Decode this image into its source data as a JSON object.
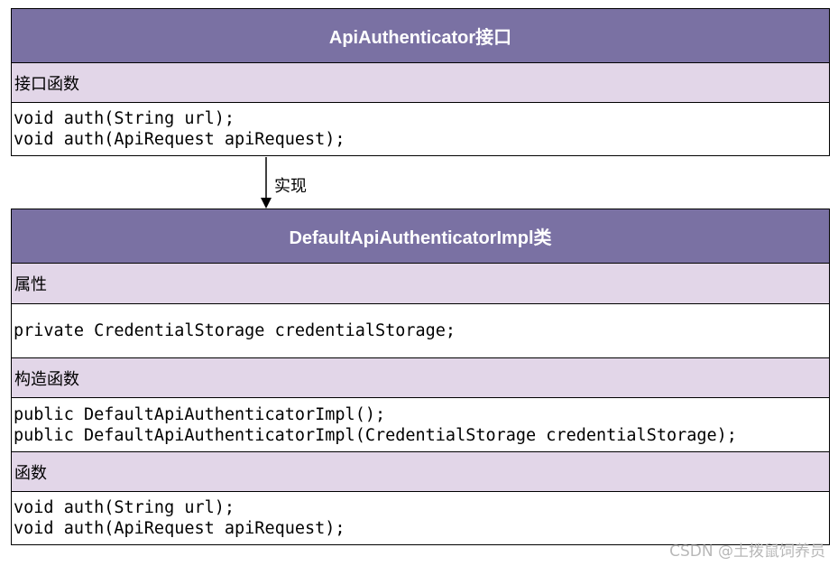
{
  "interface_box": {
    "title": "ApiAuthenticator接口",
    "section_label": "接口函数",
    "methods": [
      "void auth(String url);",
      "void auth(ApiRequest apiRequest);"
    ]
  },
  "relation": {
    "label": "实现"
  },
  "class_box": {
    "title": "DefaultApiAuthenticatorImpl类",
    "attributes_label": "属性",
    "attributes": [
      "private CredentialStorage credentialStorage;"
    ],
    "constructors_label": "构造函数",
    "constructors": [
      "public DefaultApiAuthenticatorImpl();",
      "public DefaultApiAuthenticatorImpl(CredentialStorage credentialStorage);"
    ],
    "functions_label": "函数",
    "functions": [
      "void auth(String url);",
      "void auth(ApiRequest apiRequest);"
    ]
  },
  "colors": {
    "header": "#7a71a3",
    "section": "#e2d6e8"
  },
  "watermark": "CSDN @土拨鼠饲养员"
}
